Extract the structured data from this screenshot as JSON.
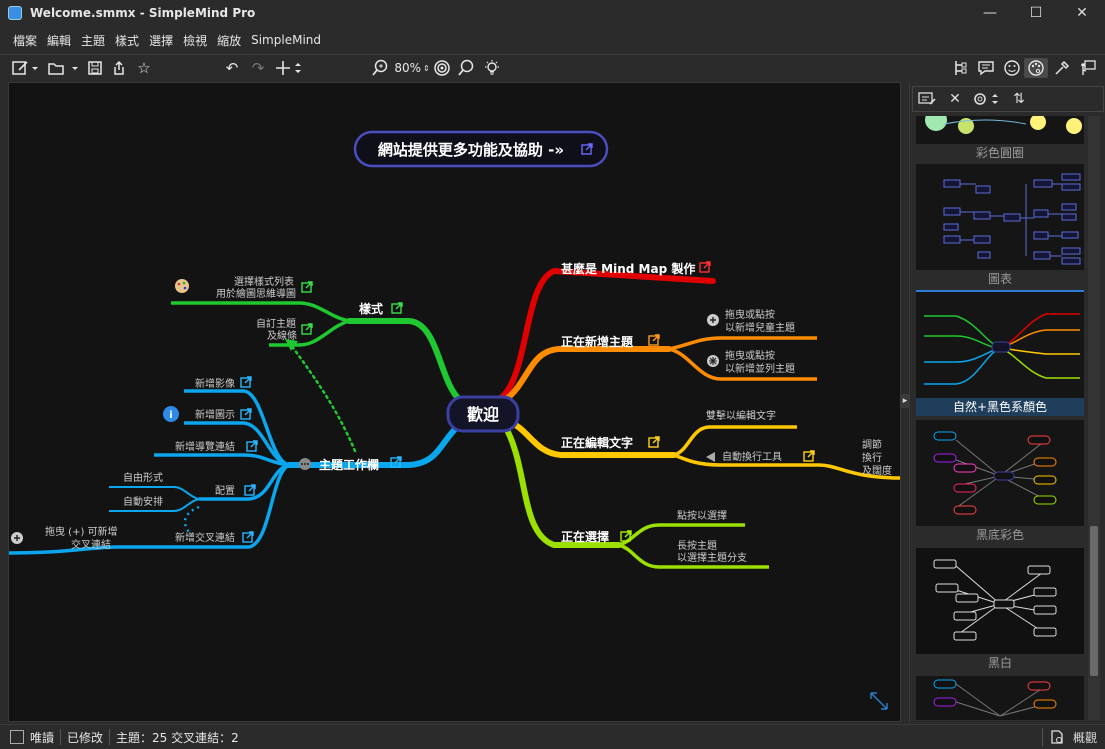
{
  "window": {
    "title": "Welcome.smmx - SimpleMind Pro",
    "minimize": "—",
    "maximize": "☐",
    "close": "✕"
  },
  "menu": [
    "檔案",
    "編輯",
    "主題",
    "樣式",
    "選擇",
    "檢視",
    "縮放",
    "SimpleMind"
  ],
  "toolbar": {
    "zoom": "80%"
  },
  "map": {
    "banner": "網站提供更多功能及協助 -»",
    "center": "歡迎",
    "topics": {
      "what": "甚麼是 Mind Map 製作",
      "adding": "正在新增主題",
      "editing": "正在編輯文字",
      "selecting": "正在選擇",
      "style": "樣式",
      "toolbar": "主題工作欄"
    },
    "notes": {
      "add_child_1": "拖曳或點按",
      "add_child_2": "以新增兒童主題",
      "add_sibling_1": "拖曳或點按",
      "add_sibling_2": "以新增並列主題",
      "dblclick": "雙擊以編輯文字",
      "autowrap": "自動換行工具",
      "adjust_1": "調節",
      "adjust_2": "換行",
      "adjust_3": "及闊度",
      "tap_select": "點按以選擇",
      "long_press_1": "長按主題",
      "long_press_2": "以選擇主題分支",
      "style_list_1": "選擇樣式列表",
      "style_list_2": "用於繪圖思維導圖",
      "custom_1": "自訂主題",
      "custom_2": "及線條",
      "add_image": "新增影像",
      "add_icon": "新增圖示",
      "add_link": "新增導覽連結",
      "layout": "配置",
      "freeform": "自由形式",
      "auto_arrange": "自動安排",
      "add_crosslink": "新增交叉連結",
      "drag_plus_1": "拖曳 (+) 可新增",
      "drag_plus_2": "交叉連結"
    }
  },
  "styles_panel": {
    "items": [
      {
        "label": "彩色圓圈"
      },
      {
        "label": "圖表"
      },
      {
        "label": "自然+黑色系顏色"
      },
      {
        "label": "黑底彩色"
      },
      {
        "label": "黑白"
      }
    ]
  },
  "statusbar": {
    "readonly": "唯讀",
    "modified": "已修改",
    "counts": "主題：25 交叉連結：2",
    "overview": "概觀"
  },
  "colors": {
    "red": "#e00000",
    "orange": "#ff8c00",
    "yellow": "#ffc800",
    "lime": "#9be000",
    "green": "#1fc830",
    "blue": "#0aa6ee",
    "center_border": "#3a3fa0"
  }
}
